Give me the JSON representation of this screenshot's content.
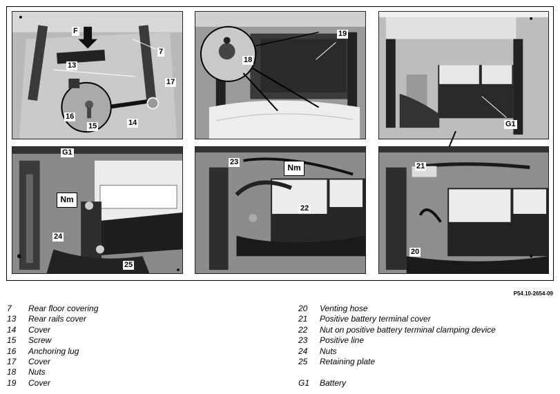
{
  "figure_id": "P54.10-2654-09",
  "callouts": {
    "p1": [
      "F",
      "7",
      "13",
      "17",
      "16",
      "15",
      "14"
    ],
    "p2": [
      "19",
      "18"
    ],
    "p3": [
      "G1"
    ],
    "p4": [
      "G1",
      "Nm",
      "24",
      "25"
    ],
    "p5": [
      "23",
      "Nm",
      "22"
    ],
    "p6": [
      "21",
      "20"
    ]
  },
  "legend_left": [
    {
      "num": "7",
      "text": "Rear floor covering"
    },
    {
      "num": "13",
      "text": "Rear rails cover"
    },
    {
      "num": "14",
      "text": "Cover"
    },
    {
      "num": "15",
      "text": "Screw"
    },
    {
      "num": "16",
      "text": "Anchoring lug"
    },
    {
      "num": "17",
      "text": "Cover"
    },
    {
      "num": "18",
      "text": "Nuts"
    },
    {
      "num": "19",
      "text": "Cover"
    }
  ],
  "legend_right": [
    {
      "num": "20",
      "text": "Venting hose"
    },
    {
      "num": "21",
      "text": "Positive battery terminal cover"
    },
    {
      "num": "22",
      "text": "Nut on positive battery terminal clamping device"
    },
    {
      "num": "23",
      "text": "Positive line"
    },
    {
      "num": "24",
      "text": "Nuts"
    },
    {
      "num": "25",
      "text": "Retaining plate"
    },
    {
      "num": "",
      "text": ""
    },
    {
      "num": "G1",
      "text": "Battery"
    }
  ]
}
